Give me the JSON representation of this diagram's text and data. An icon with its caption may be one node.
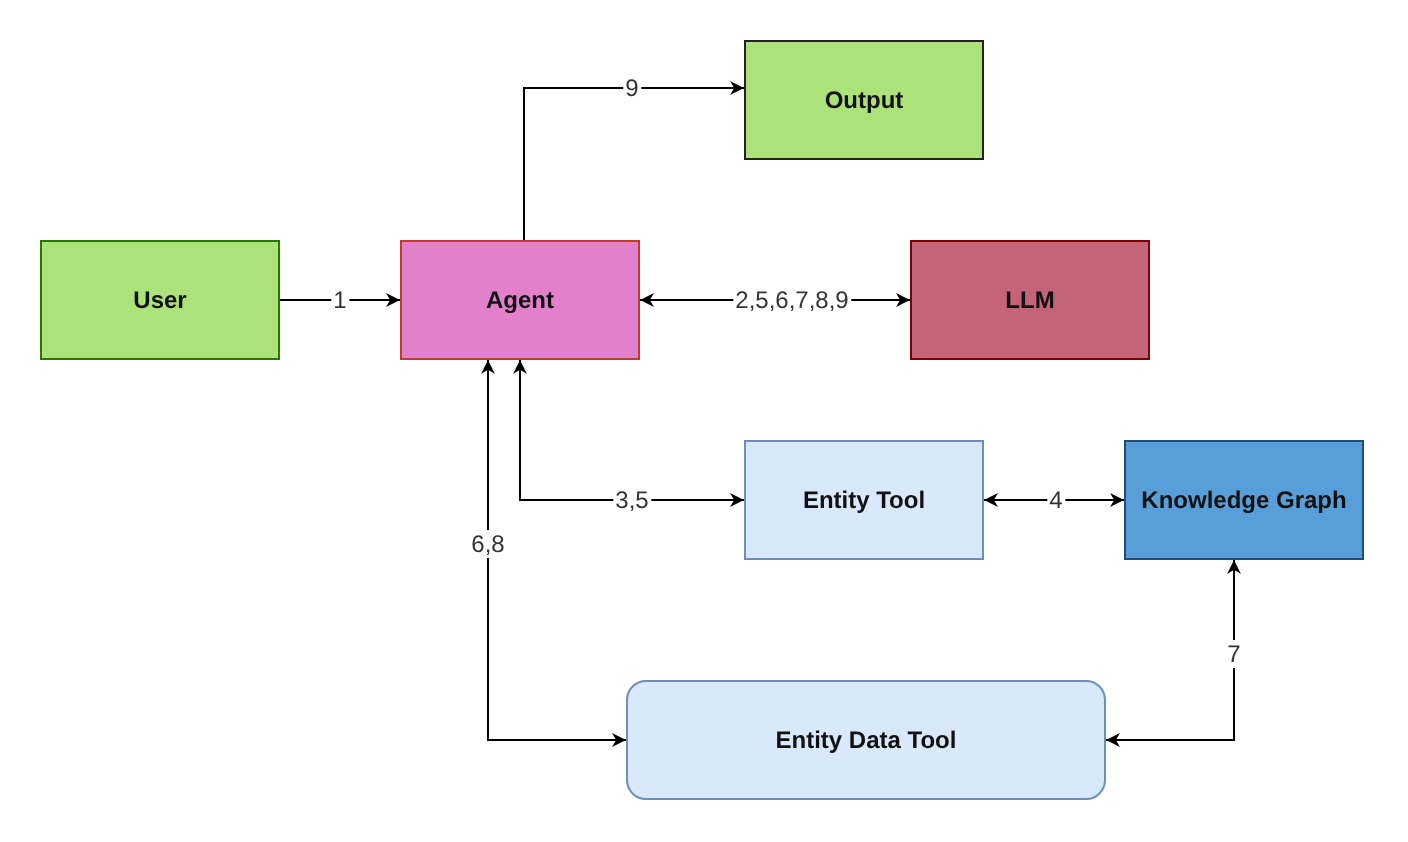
{
  "diagram": {
    "nodes": [
      {
        "text": [
          "Output"
        ]
      },
      {
        "text": [
          "User"
        ]
      },
      {
        "text": [
          "Agent"
        ]
      },
      {
        "text": [
          "LLM"
        ]
      },
      {
        "text": [
          "Entity Tool"
        ]
      },
      {
        "text": [
          "Knowledge Graph"
        ]
      },
      {
        "text": [
          "Entity Data Tool"
        ]
      }
    ],
    "edges": [
      {
        "from": 1,
        "to": 2,
        "arrow": "to",
        "label": "1"
      },
      {
        "from": 2,
        "to": 0,
        "arrow": "to",
        "label": "9"
      },
      {
        "from": 2,
        "to": 3,
        "arrow": "both",
        "label": "2,5,6,7,8,9"
      },
      {
        "from": 2,
        "to": 4,
        "arrow": "both",
        "label": "3,5"
      },
      {
        "from": 4,
        "to": 5,
        "arrow": "both",
        "label": "4"
      },
      {
        "from": 2,
        "to": 6,
        "arrow": "both",
        "label": "6,8"
      },
      {
        "from": 6,
        "to": 5,
        "arrow": "both",
        "label": "7"
      }
    ]
  }
}
